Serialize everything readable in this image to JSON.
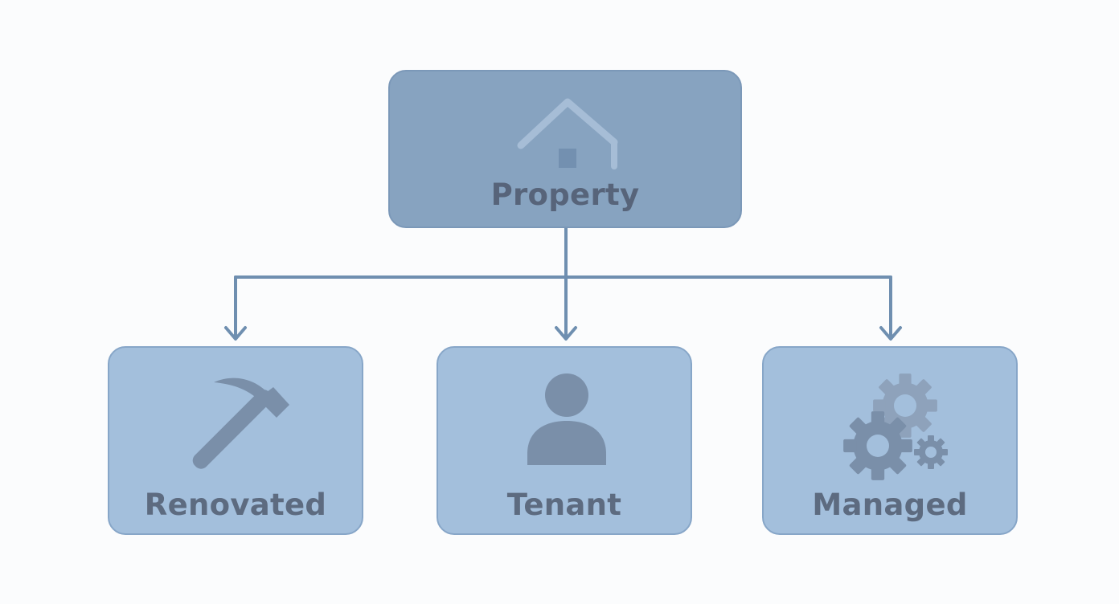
{
  "diagram": {
    "root": {
      "label": "Property",
      "icon": "house-icon"
    },
    "children": [
      {
        "label": "Renovated",
        "icon": "hammer-icon"
      },
      {
        "label": "Tenant",
        "icon": "person-icon"
      },
      {
        "label": "Managed",
        "icon": "gears-icon"
      }
    ]
  },
  "colors": {
    "root_fill": "#87a3c0",
    "child_fill": "#a3bfdc",
    "connector": "#6f8fb0",
    "icon": "#7d91ab",
    "label": "#5d6b80"
  }
}
